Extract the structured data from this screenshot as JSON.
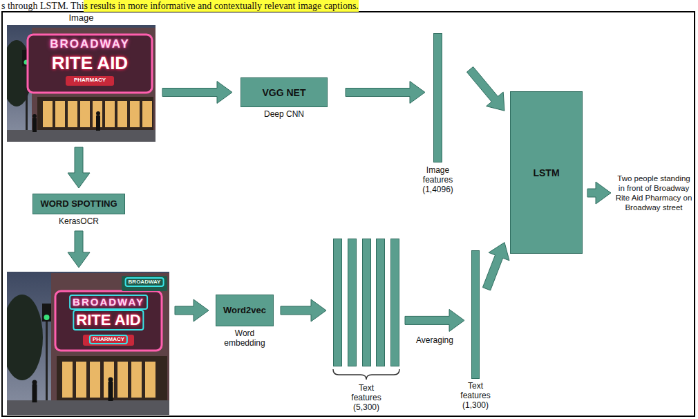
{
  "diagram": {
    "nodes": [
      {
        "text": [
          "Image",
          "BROADWAY",
          "RITE AID",
          "PHARMACY"
        ]
      },
      {
        "text": [
          "VGG NET",
          "Deep CNN"
        ]
      },
      {
        "text": [
          "Image features (1,4096)"
        ]
      },
      {
        "text": [
          "LSTM"
        ]
      },
      {
        "text": [
          "WORD SPOTTING",
          "KerasOCR"
        ]
      },
      {
        "text": [
          "BROADWAY",
          "RITE AID",
          "PHARMACY",
          "BROADWAY"
        ]
      },
      {
        "text": [
          "Word2vec",
          "Word embedding"
        ]
      },
      {
        "text": [
          "Text features (5,300)"
        ]
      },
      {
        "text": [
          "Text features (1,300)"
        ]
      }
    ],
    "edges": [
      {
        "from": 0,
        "to": 1,
        "arrow": "to"
      },
      {
        "from": 1,
        "to": 2,
        "arrow": "to"
      },
      {
        "from": 2,
        "to": 3,
        "arrow": "to"
      },
      {
        "from": 0,
        "to": 4,
        "arrow": "to"
      },
      {
        "from": 4,
        "to": 5,
        "arrow": "to"
      },
      {
        "from": 5,
        "to": 6,
        "arrow": "to"
      },
      {
        "from": 6,
        "to": 7,
        "arrow": "to"
      },
      {
        "from": 7,
        "to": 8,
        "label": "Averaging",
        "arrow": "to"
      },
      {
        "from": 8,
        "to": 3,
        "arrow": "to"
      }
    ],
    "labels": [
      "s through LSTM. This results in more informative and contextually relevant image captions.",
      "Two people standing in front of Broadway Rite Aid Pharmacy on Broadway street"
    ]
  }
}
